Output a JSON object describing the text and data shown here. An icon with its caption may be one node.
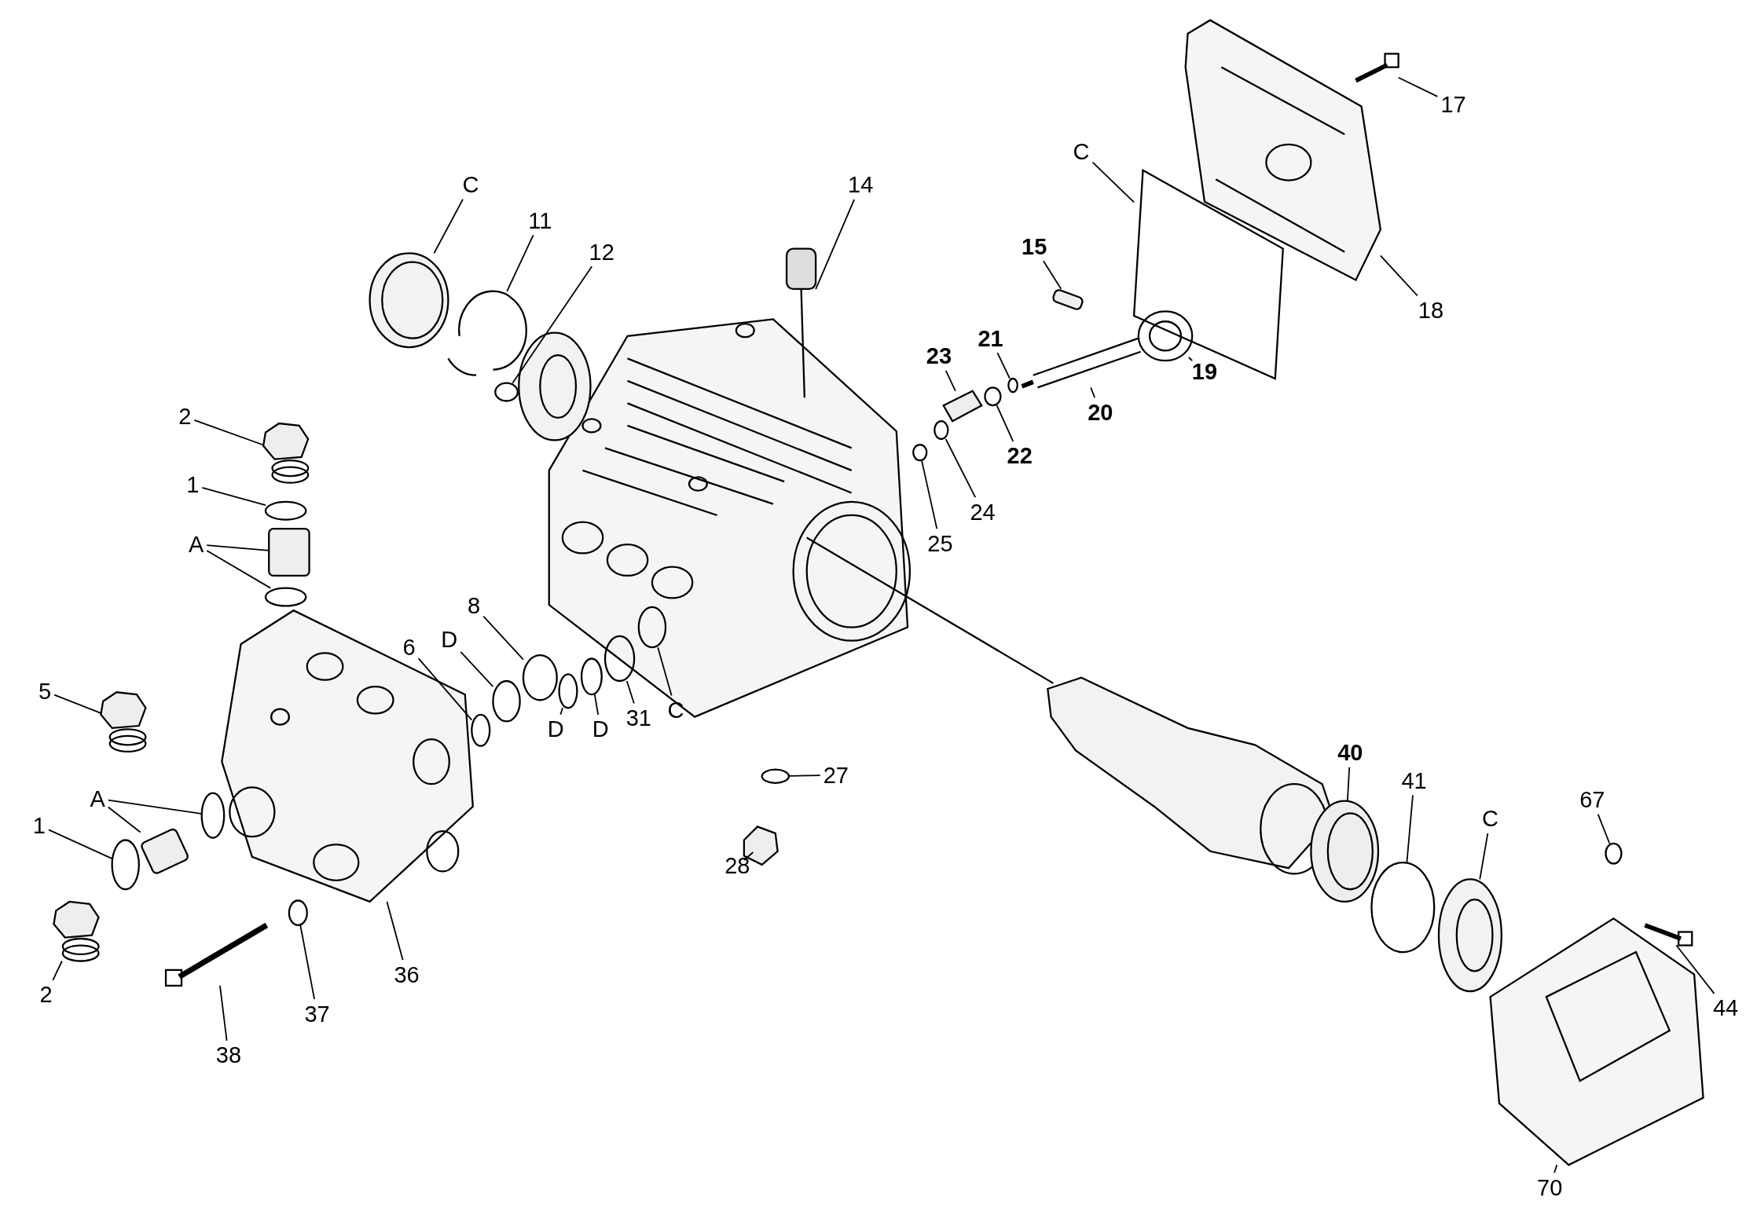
{
  "diagram": {
    "nodes": [
      {
        "text": [
          "C"
        ]
      },
      {
        "text": [
          "11"
        ]
      },
      {
        "text": [
          "12"
        ]
      },
      {
        "text": [
          "14"
        ]
      },
      {
        "text": [
          "15"
        ]
      },
      {
        "text": [
          "17"
        ]
      },
      {
        "text": [
          "C"
        ]
      },
      {
        "text": [
          "18"
        ]
      },
      {
        "text": [
          "19"
        ]
      },
      {
        "text": [
          "20"
        ]
      },
      {
        "text": [
          "21"
        ]
      },
      {
        "text": [
          "22"
        ]
      },
      {
        "text": [
          "23"
        ]
      },
      {
        "text": [
          "24"
        ]
      },
      {
        "text": [
          "25"
        ]
      },
      {
        "text": [
          "2"
        ]
      },
      {
        "text": [
          "1"
        ]
      },
      {
        "text": [
          "A"
        ]
      },
      {
        "text": [
          "5"
        ]
      },
      {
        "text": [
          "6"
        ]
      },
      {
        "text": [
          "D"
        ]
      },
      {
        "text": [
          "8"
        ]
      },
      {
        "text": [
          "D"
        ]
      },
      {
        "text": [
          "D"
        ]
      },
      {
        "text": [
          "31"
        ]
      },
      {
        "text": [
          "C"
        ]
      },
      {
        "text": [
          "27"
        ]
      },
      {
        "text": [
          "28"
        ]
      },
      {
        "text": [
          "A"
        ]
      },
      {
        "text": [
          "1"
        ]
      },
      {
        "text": [
          "2"
        ]
      },
      {
        "text": [
          "36"
        ]
      },
      {
        "text": [
          "37"
        ]
      },
      {
        "text": [
          "38"
        ]
      },
      {
        "text": [
          "40"
        ]
      },
      {
        "text": [
          "41"
        ]
      },
      {
        "text": [
          "C"
        ]
      },
      {
        "text": [
          "67"
        ]
      },
      {
        "text": [
          "44"
        ]
      },
      {
        "text": [
          "70"
        ]
      },
      {
        "text": [],
        "shape": "picture"
      },
      {
        "text": [],
        "shape": "picture"
      },
      {
        "text": [],
        "shape": "circle"
      },
      {
        "text": [],
        "shape": "picture"
      },
      {
        "text": [],
        "shape": "box"
      },
      {
        "text": [],
        "shape": "picture"
      },
      {
        "text": [],
        "shape": "picture"
      },
      {
        "text": [],
        "shape": "picture"
      },
      {
        "text": [],
        "shape": "picture"
      },
      {
        "text": [],
        "shape": "picture"
      },
      {
        "text": [],
        "shape": "circle"
      },
      {
        "text": [],
        "shape": "circle"
      },
      {
        "text": [],
        "shape": "picture"
      },
      {
        "text": [],
        "shape": "circle"
      },
      {
        "text": [],
        "shape": "circle"
      },
      {
        "text": [],
        "shape": "picture"
      },
      {
        "text": [],
        "shape": "circle"
      },
      {
        "text": [],
        "shape": "box"
      },
      {
        "text": [],
        "shape": "circle"
      },
      {
        "text": [],
        "shape": "picture"
      },
      {
        "text": [],
        "shape": "circle"
      },
      {
        "text": [],
        "shape": "circle"
      },
      {
        "text": [],
        "shape": "circle"
      },
      {
        "text": [],
        "shape": "circle"
      },
      {
        "text": [],
        "shape": "circle"
      },
      {
        "text": [],
        "shape": "circle"
      },
      {
        "text": [],
        "shape": "circle"
      },
      {
        "text": [],
        "shape": "circle"
      },
      {
        "text": [],
        "shape": "picture"
      },
      {
        "text": [],
        "shape": "box"
      },
      {
        "text": [],
        "shape": "circle"
      },
      {
        "text": [],
        "shape": "circle"
      },
      {
        "text": [],
        "shape": "picture"
      },
      {
        "text": [],
        "shape": "picture"
      },
      {
        "text": [],
        "shape": "circle"
      },
      {
        "text": [],
        "shape": "picture"
      },
      {
        "text": [],
        "shape": "picture"
      },
      {
        "text": [],
        "shape": "circle"
      },
      {
        "text": [],
        "shape": "picture"
      },
      {
        "text": [],
        "shape": "circle"
      },
      {
        "text": [],
        "shape": "picture"
      },
      {
        "text": [],
        "shape": "picture"
      }
    ],
    "edges": [
      {
        "from": 0,
        "to": 40,
        "arrow": "none"
      },
      {
        "from": 1,
        "to": 41,
        "arrow": "none"
      },
      {
        "from": 2,
        "to": 42,
        "arrow": "none"
      },
      {
        "from": 3,
        "to": 43,
        "arrow": "none"
      },
      {
        "from": 4,
        "to": 44,
        "arrow": "none"
      },
      {
        "from": 5,
        "to": 45,
        "arrow": "none"
      },
      {
        "from": 6,
        "to": 46,
        "arrow": "none"
      },
      {
        "from": 7,
        "to": 47,
        "arrow": "none"
      },
      {
        "from": 8,
        "to": 48,
        "arrow": "none"
      },
      {
        "from": 9,
        "to": 49,
        "arrow": "none"
      },
      {
        "from": 10,
        "to": 50,
        "arrow": "none"
      },
      {
        "from": 11,
        "to": 51,
        "arrow": "none"
      },
      {
        "from": 12,
        "to": 52,
        "arrow": "none"
      },
      {
        "from": 13,
        "to": 53,
        "arrow": "none"
      },
      {
        "from": 14,
        "to": 54,
        "arrow": "none"
      },
      {
        "from": 15,
        "to": 55,
        "arrow": "none"
      },
      {
        "from": 16,
        "to": 56,
        "arrow": "none"
      },
      {
        "from": 17,
        "to": 57,
        "arrow": "none"
      },
      {
        "from": 17,
        "to": 58,
        "arrow": "none"
      },
      {
        "from": 18,
        "to": 59,
        "arrow": "none"
      },
      {
        "from": 19,
        "to": 60,
        "arrow": "none"
      },
      {
        "from": 20,
        "to": 61,
        "arrow": "none"
      },
      {
        "from": 21,
        "to": 62,
        "arrow": "none"
      },
      {
        "from": 22,
        "to": 63,
        "arrow": "none"
      },
      {
        "from": 23,
        "to": 64,
        "arrow": "none"
      },
      {
        "from": 24,
        "to": 65,
        "arrow": "none"
      },
      {
        "from": 25,
        "to": 66,
        "arrow": "none"
      },
      {
        "from": 26,
        "to": 67,
        "arrow": "none"
      },
      {
        "from": 27,
        "to": 68,
        "arrow": "none"
      },
      {
        "from": 28,
        "to": 69,
        "arrow": "none"
      },
      {
        "from": 28,
        "to": 70,
        "arrow": "none"
      },
      {
        "from": 29,
        "to": 71,
        "arrow": "none"
      },
      {
        "from": 30,
        "to": 72,
        "arrow": "none"
      },
      {
        "from": 31,
        "to": 73,
        "arrow": "none"
      },
      {
        "from": 32,
        "to": 74,
        "arrow": "none"
      },
      {
        "from": 33,
        "to": 75,
        "arrow": "none"
      },
      {
        "from": 34,
        "to": 76,
        "arrow": "none"
      },
      {
        "from": 35,
        "to": 77,
        "arrow": "none"
      },
      {
        "from": 36,
        "to": 78,
        "arrow": "none"
      },
      {
        "from": 37,
        "to": 79,
        "arrow": "none"
      },
      {
        "from": 38,
        "to": 80,
        "arrow": "none"
      },
      {
        "from": 39,
        "to": 81,
        "arrow": "none"
      }
    ]
  }
}
